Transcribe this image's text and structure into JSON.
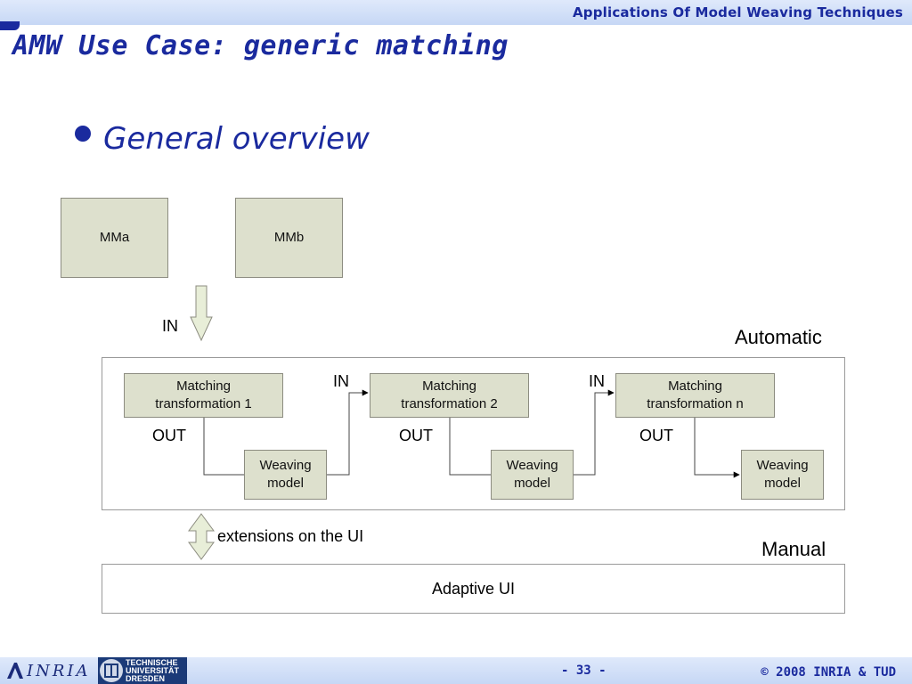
{
  "header": {
    "title": "Applications Of Model Weaving Techniques"
  },
  "slide": {
    "title": "AMW Use Case: generic matching",
    "bullet": "General overview"
  },
  "diagram": {
    "mma": "MMa",
    "mmb": "MMb",
    "in_main": "IN",
    "automatic": "Automatic",
    "manual": "Manual",
    "stages": [
      {
        "transformation_line1": "Matching",
        "transformation_line2": "transformation 1",
        "out": "OUT",
        "weaving_line1": "Weaving",
        "weaving_line2": "model"
      },
      {
        "in": "IN",
        "transformation_line1": "Matching",
        "transformation_line2": "transformation 2",
        "out": "OUT",
        "weaving_line1": "Weaving",
        "weaving_line2": "model"
      },
      {
        "in": "IN",
        "transformation_line1": "Matching",
        "transformation_line2": "transformation n",
        "out": "OUT",
        "weaving_line1": "Weaving",
        "weaving_line2": "model"
      }
    ],
    "extensions": "extensions on the UI",
    "adaptive_ui": "Adaptive UI"
  },
  "footer": {
    "inria": "INRIA",
    "tud_line1": "TECHNISCHE",
    "tud_line2": "UNIVERSITÄT",
    "tud_line3": "DRESDEN",
    "page": "- 33 -",
    "copyright": "© 2008 INRIA & TUD"
  }
}
